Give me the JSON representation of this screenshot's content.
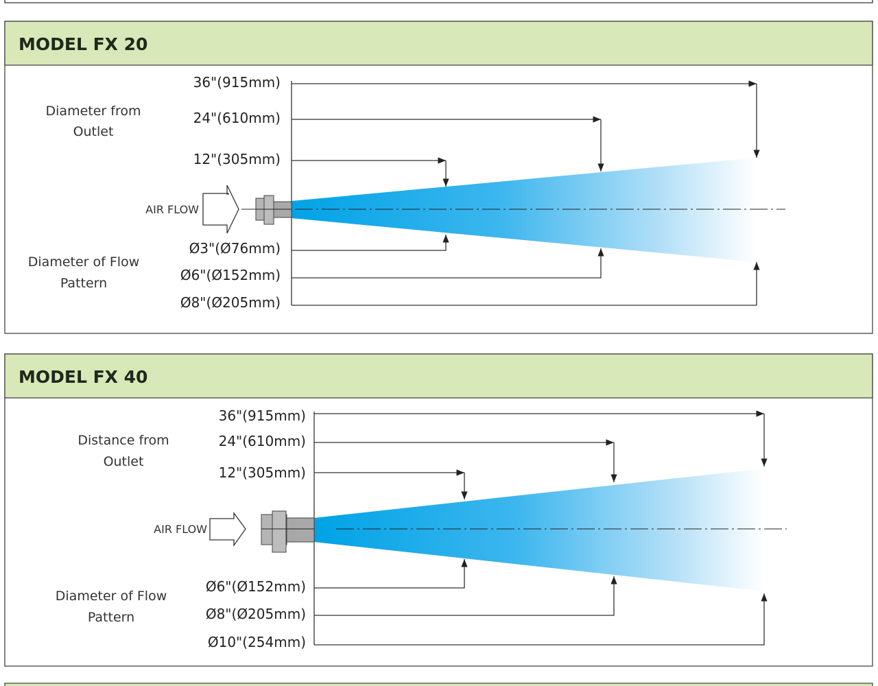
{
  "colors": {
    "header": "#d9e8b8",
    "flow": "#00a6e6",
    "border": "#444444"
  },
  "panels": [
    {
      "title": "MODEL FX 20",
      "distance_label_1": "Diameter from",
      "distance_label_2": "Outlet",
      "distances": [
        "36\"(915mm)",
        "24\"(610mm)",
        "12\"(305mm)"
      ],
      "air_flow": "AIR FLOW",
      "diameter_label_1": "Diameter of Flow",
      "diameter_label_2": "Pattern",
      "diameters": [
        "Ø3\"(Ø76mm)",
        "Ø6\"(Ø152mm)",
        "Ø8\"(Ø205mm)"
      ]
    },
    {
      "title": "MODEL FX 40",
      "distance_label_1": "Distance from",
      "distance_label_2": "Outlet",
      "distances": [
        "36\"(915mm)",
        "24\"(610mm)",
        "12\"(305mm)"
      ],
      "air_flow": "AIR FLOW",
      "diameter_label_1": "Diameter of Flow",
      "diameter_label_2": "Pattern",
      "diameters": [
        "Ø6\"(Ø152mm)",
        "Ø8\"(Ø205mm)",
        "Ø10\"(254mm)"
      ]
    }
  ]
}
